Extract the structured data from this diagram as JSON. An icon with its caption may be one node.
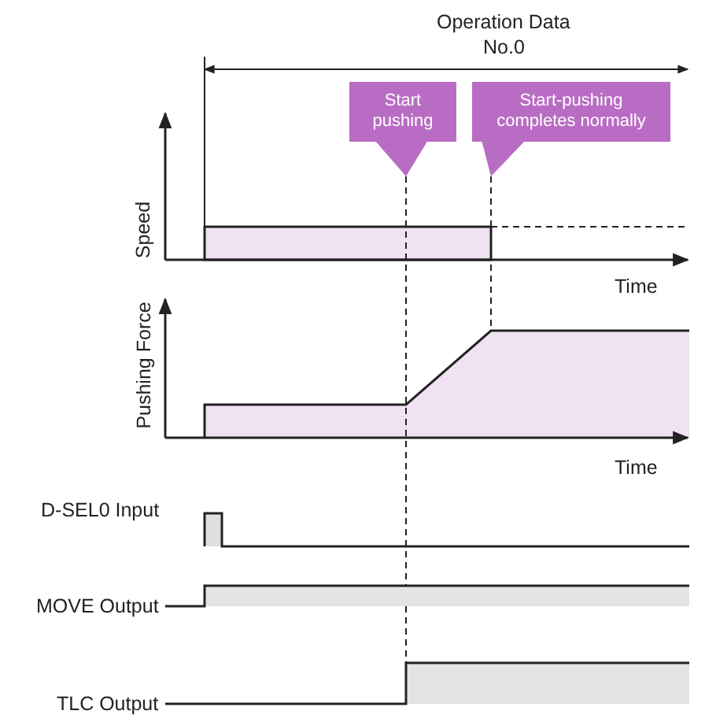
{
  "diagram": {
    "nodes": [
      {
        "text": [
          "Start pushing"
        ]
      },
      {
        "text": [
          "Start-pushing completes normally"
        ]
      }
    ],
    "edges": [],
    "labels": [
      "Operation Data",
      "No.0",
      "Speed",
      "Time",
      "Pushing Force",
      "Time",
      "D-SEL0 Input",
      "MOVE Output",
      "TLC Output"
    ]
  }
}
